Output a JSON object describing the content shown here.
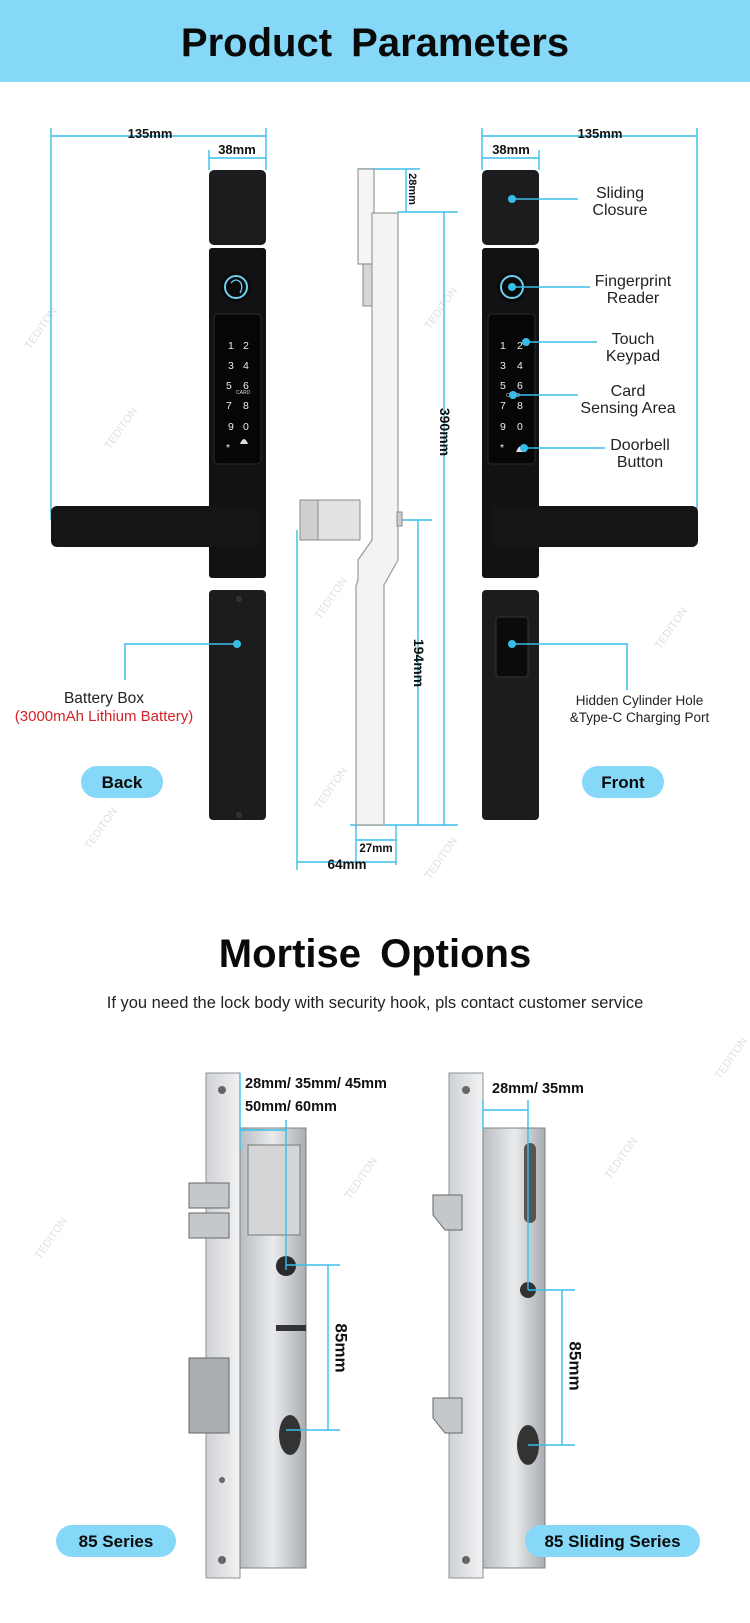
{
  "header": {
    "title": "Product Parameters"
  },
  "dimensions": {
    "width_back": "135mm",
    "width_back_face": "38mm",
    "width_front": "135mm",
    "width_front_face": "38mm",
    "top_offset": "28mm",
    "height_total": "390mm",
    "height_lower": "194mm",
    "depth_body": "27mm",
    "depth_total": "64mm"
  },
  "callouts": {
    "sliding_closure": [
      "Sliding",
      "Closure"
    ],
    "fingerprint_reader": [
      "Fingerprint",
      "Reader"
    ],
    "touch_keypad": [
      "Touch",
      "Keypad"
    ],
    "card_sensing": [
      "Card",
      "Sensing Area"
    ],
    "doorbell_button": [
      "Doorbell",
      "Button"
    ]
  },
  "battery": {
    "label": "Battery Box",
    "detail": "(3000mAh Lithium Battery)"
  },
  "cylinder": {
    "line1": "Hidden Cylinder Hole",
    "line2": "&Type-C Charging Port"
  },
  "keypad": {
    "keys": [
      "1",
      "2",
      "3",
      "4",
      "5",
      "6",
      "7",
      "8",
      "9",
      "0",
      "*"
    ],
    "card_label": "CARD"
  },
  "badges": {
    "back": "Back",
    "front": "Front"
  },
  "mortise": {
    "title": "Mortise Options",
    "subtitle": "If you need the lock body with security hook, pls contact customer service",
    "series_85": {
      "dims_line1": "28mm/ 35mm/ 45mm",
      "dims_line2": "50mm/ 60mm",
      "height": "85mm",
      "badge": "85 Series"
    },
    "series_85_sliding": {
      "dims": "28mm/ 35mm",
      "height": "85mm",
      "badge": "85 Sliding Series"
    }
  },
  "watermark": "TEDITON",
  "colors": {
    "accent": "#86d8f8",
    "dimension_line": "#39bde8",
    "battery_red": "#d6222a",
    "lock_body": "#1c1c1e"
  }
}
